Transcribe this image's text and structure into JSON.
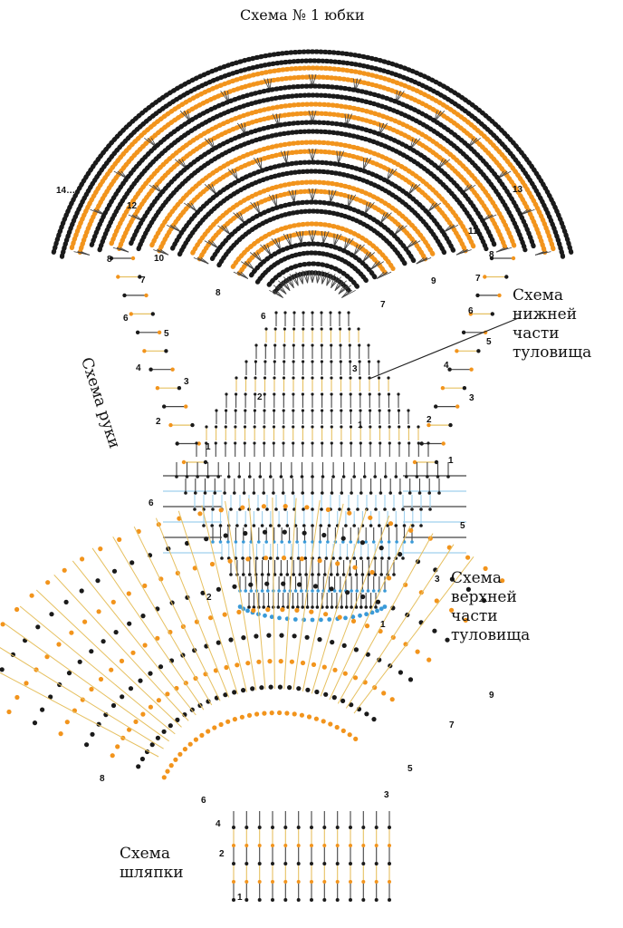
{
  "title": "Схема № 1 юбки",
  "labels": {
    "lower_torso": "Схема нижней части туловища",
    "lower_torso_lines": [
      "Схема",
      "нижней",
      "части",
      "туловища"
    ],
    "upper_torso_lines": [
      "Схема",
      "верхней",
      "части",
      "туловища"
    ],
    "hat_lines": [
      "Схема",
      "шляпки"
    ],
    "arm": "Схема руки"
  },
  "row_numbers": {
    "skirt": [
      "14…",
      "13",
      "12",
      "11",
      "10",
      "9",
      "8",
      "7",
      "6"
    ],
    "arm_left": [
      "8",
      "7",
      "6",
      "5",
      "4",
      "3",
      "2",
      "1"
    ],
    "arm_right": [
      "8",
      "7",
      "6",
      "5",
      "4",
      "3",
      "2",
      "1"
    ],
    "lower_torso": [
      "3",
      "2",
      "1"
    ],
    "upper_torso": [
      "6",
      "5",
      "3",
      "2",
      "1"
    ],
    "hat": [
      "9",
      "8",
      "7",
      "6",
      "5",
      "4",
      "3",
      "2",
      "1"
    ]
  },
  "colors": {
    "orange": "#f2941c",
    "black": "#1a1a1a",
    "yellow": "#e6c060",
    "blue": "#3a9ad8",
    "lightblue": "#9fd0ee",
    "stitch": "#444444"
  }
}
